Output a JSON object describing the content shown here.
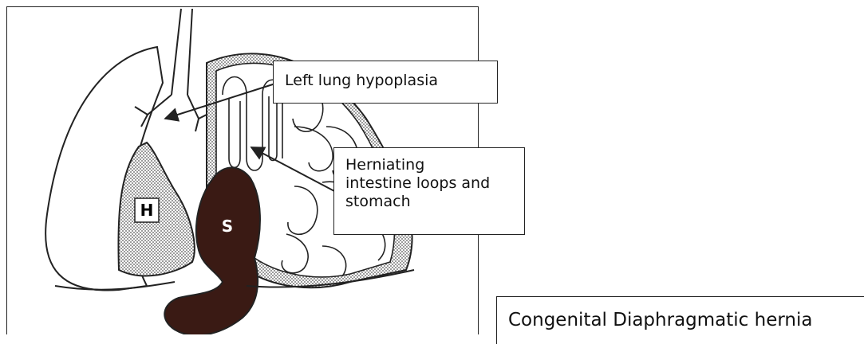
{
  "annotations": {
    "left_lung": "Left lung hypoplasia",
    "hernia": "Herniating\nintestine loops and\nstomach"
  },
  "organ_labels": {
    "heart": "H",
    "stomach": "S"
  },
  "caption": "Congenital Diaphragmatic hernia",
  "colors": {
    "line": "#222222",
    "stomach_fill": "#3a1a14",
    "hatch": "#555555"
  },
  "icons": [
    "arrow-icon"
  ]
}
